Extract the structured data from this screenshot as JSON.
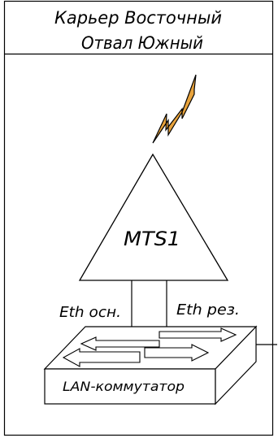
{
  "header": {
    "line1": "Карьер Восточный",
    "line2": "Отвал Южный"
  },
  "radio": {
    "label": "MTS1",
    "signal_icon": "lightning-bolt-icon",
    "signal_color": "#E8A33C"
  },
  "links": {
    "primary_label": "Eth осн.",
    "reserve_label": "Eth рез."
  },
  "switch": {
    "label": "LAN-коммутатор",
    "icon": "network-switch-icon"
  },
  "colors": {
    "line": "#000000",
    "background": "#ffffff",
    "accent": "#E8A33C"
  }
}
